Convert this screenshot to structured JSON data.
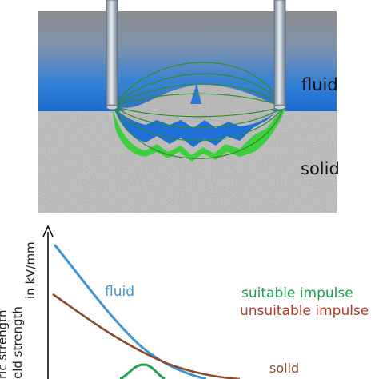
{
  "diagram": {
    "fluid_label": "fluid",
    "solid_label": "solid"
  },
  "chart": {
    "fluid_label": "fluid",
    "solid_label": "solid",
    "suitable_label": "suitable impulse",
    "unsuitable_label": "unsuitable impulse",
    "ylabel_unit": "in kV/mm",
    "ylabel_line1": "ric strength",
    "ylabel_line2": "eld strength"
  },
  "colors": {
    "fluid_curve": "#3d96d8",
    "solid_curve": "#8b4a2b",
    "suitable": "#1aa34a",
    "unsuitable": "#b23a2a",
    "fluid_blue": "#1f6fd6",
    "solid_gray": "#b8b8b8",
    "channel_green": "#3ecf3e"
  }
}
